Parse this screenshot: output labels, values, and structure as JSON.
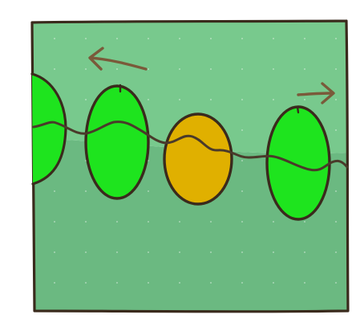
{
  "scene": {
    "colors": {
      "background": "#ffffff",
      "field_upper": "#78c98d",
      "field_lower": "#6bb981",
      "frame_outline": "#3a2a1c",
      "green_oval": "#1ee41e",
      "yellow_oval": "#e0b000",
      "wave_line": "#4a3a2a",
      "arrow": "#7a5a3a",
      "dot": "#ffffff"
    },
    "ovals": [
      {
        "name": "green-oval-edge",
        "state": "green"
      },
      {
        "name": "green-oval-left",
        "state": "green"
      },
      {
        "name": "yellow-oval-center",
        "state": "yellow"
      },
      {
        "name": "green-oval-right",
        "state": "green"
      }
    ],
    "arrows": [
      {
        "name": "left-arrow-icon",
        "direction": "left"
      },
      {
        "name": "right-arrow-icon",
        "direction": "right"
      }
    ]
  }
}
